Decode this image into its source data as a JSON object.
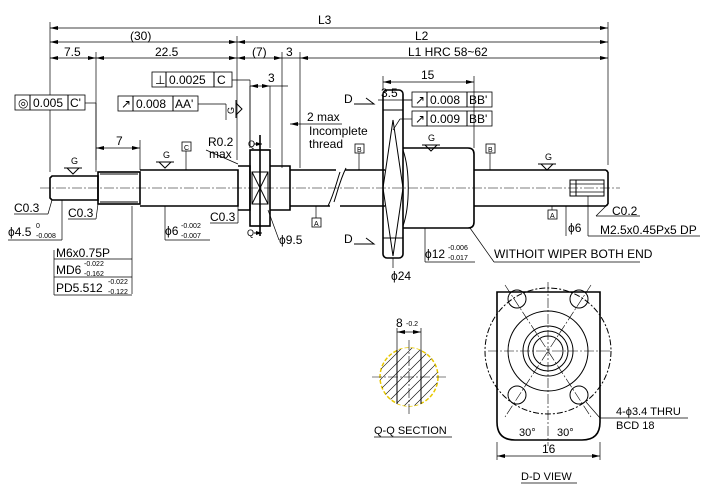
{
  "dims": {
    "L3": "L3",
    "L2": "L2",
    "d30": "(30)",
    "d7p": "(7)",
    "d3a": "3",
    "d7_5": "7.5",
    "d22_5": "22.5",
    "L1": "L1  HRC 58~62",
    "d3b": "3",
    "d15": "15",
    "d3_5": "3.5",
    "d7": "7",
    "d16": "16",
    "deg30a": "30°",
    "deg30b": "30°",
    "width8": "8",
    "width8_tol": "-0.2"
  },
  "tolerances": {
    "conc": {
      "symbol": "◎",
      "value": "0.005",
      "datum": "C'"
    },
    "runout_a": {
      "symbol": "↗",
      "value": "0.008",
      "datum": "AA'"
    },
    "perp": {
      "symbol": "⊥",
      "value": "0.0025",
      "datum": "C"
    },
    "runout_b1": {
      "symbol": "↗",
      "value": "0.008",
      "datum": "BB'"
    },
    "runout_b2": {
      "symbol": "↗",
      "value": "0.009",
      "datum": "BB'"
    }
  },
  "labels": {
    "r02": "R0.2",
    "max": "max",
    "twomax": "2 max",
    "incomplete": "Incomplete",
    "thread": "thread",
    "c03a": "C0.3",
    "c03b": "C0.3",
    "c03c": "C0.3",
    "c02": "C0.2",
    "phi45": "ϕ4.5",
    "phi45_tol_up": "0",
    "phi45_tol_dn": "-0.008",
    "phi6s": "ϕ6",
    "phi6s_up": "-0.002",
    "phi6s_dn": "-0.007",
    "phi95": "ϕ9.5",
    "phi12": "ϕ12",
    "phi12_up": "-0.006",
    "phi12_dn": "-0.017",
    "phi24": "ϕ24",
    "phi6": "ϕ6",
    "m25": "M2.5x0.45Px5 DP",
    "m6": "M6x0.75P",
    "md6": "MD6",
    "md6_up": "-0.022",
    "md6_dn": "-0.162",
    "pd": "PD5.512",
    "pd_up": "-0.022",
    "pd_dn": "-0.122",
    "wiper": "WITHOIT WIPER BOTH END",
    "thru": "4-ϕ3.4 THRU",
    "bcd": "BCD 18",
    "qq": "Q-Q SECTION",
    "dd": "D-D VIEW",
    "D1": "D",
    "D2": "D",
    "Q1": "Q",
    "Q2": "Q",
    "G1": "G",
    "G2": "G",
    "G3": "G",
    "G4": "G",
    "G5": "G",
    "datumA1": "A",
    "datumA2": "A",
    "datumB1": "B",
    "datumB2": "B",
    "datumC": "C"
  }
}
